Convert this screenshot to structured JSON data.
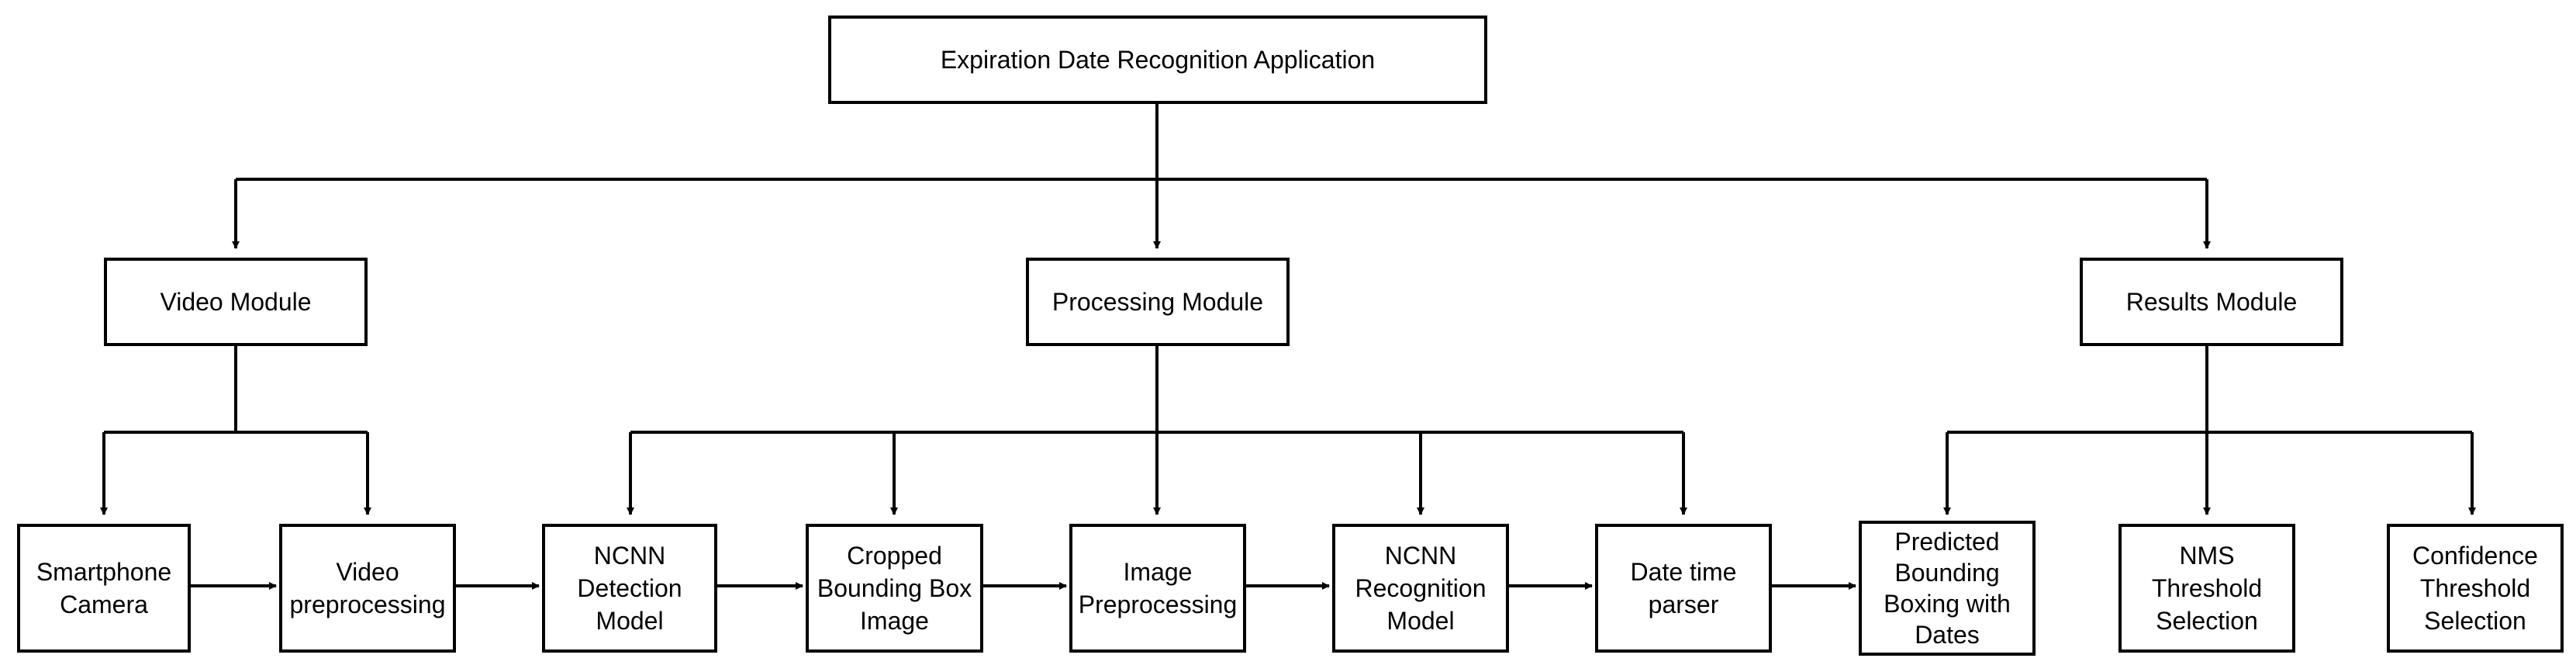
{
  "root": {
    "label": "Expiration Date Recognition Application"
  },
  "modules": [
    {
      "label": "Video Module"
    },
    {
      "label": "Processing Module"
    },
    {
      "label": "Results Module"
    }
  ],
  "leaves": [
    {
      "label": "Smartphone\nCamera"
    },
    {
      "label": "Video\npreprocessing"
    },
    {
      "label": "NCNN\nDetection\nModel"
    },
    {
      "label": "Cropped\nBounding Box\nImage"
    },
    {
      "label": "Image\nPreprocessing"
    },
    {
      "label": "NCNN\nRecognition\nModel"
    },
    {
      "label": "Date time\nparser"
    },
    {
      "label": "Predicted\nBounding\nBoxing with\nDates"
    },
    {
      "label": "NMS\nThreshold\nSelection"
    },
    {
      "label": "Confidence\nThreshold\nSelection"
    }
  ]
}
